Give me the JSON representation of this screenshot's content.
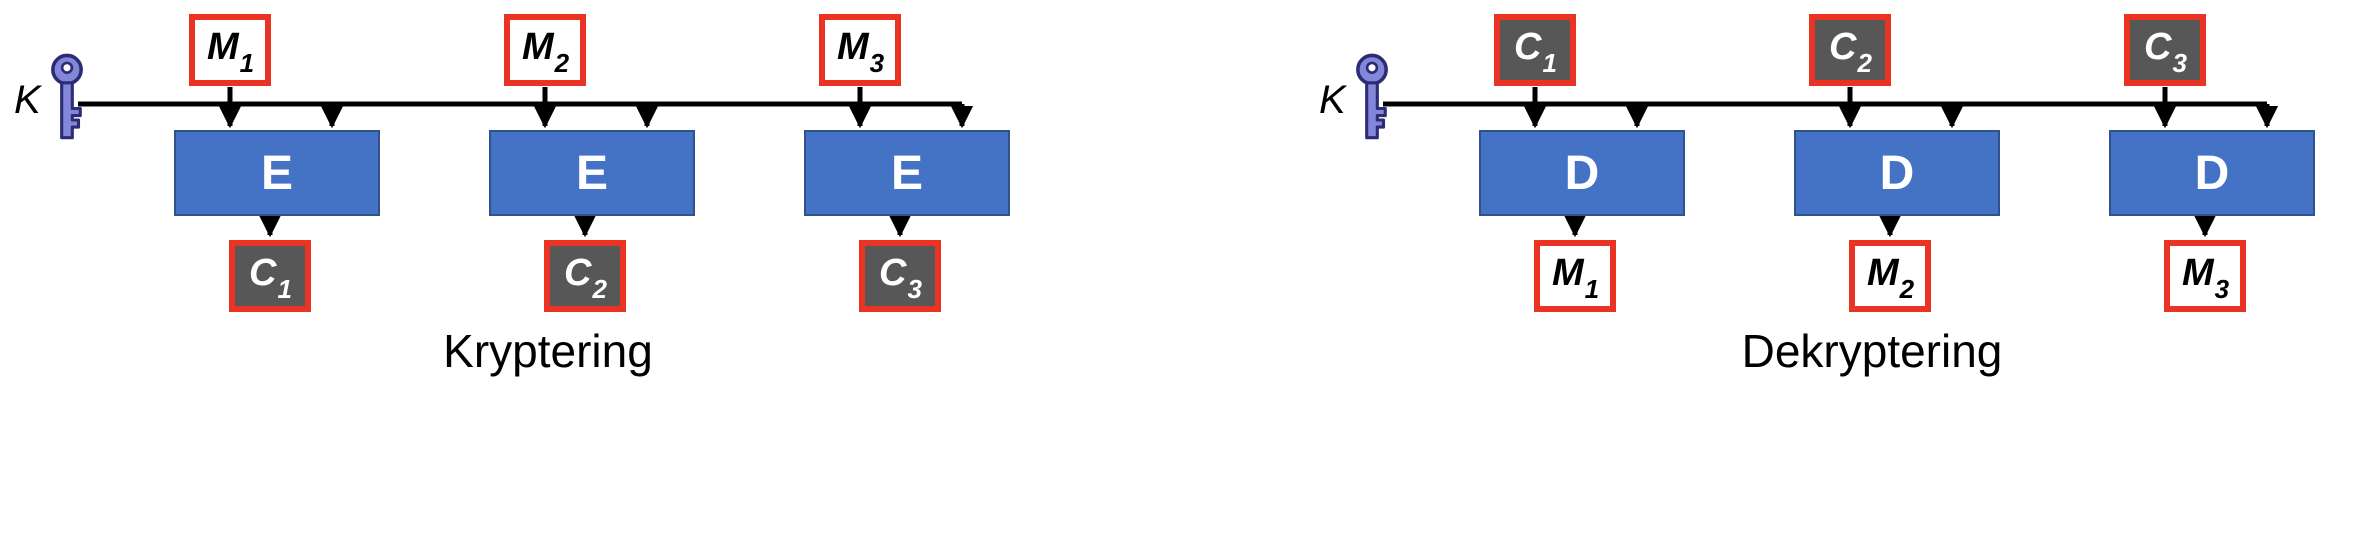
{
  "colors": {
    "block_blue": "#4472c4",
    "block_blue_border": "#2f528f",
    "red_border": "#ea3323",
    "dark_fill": "#575757",
    "key_fill": "#8487d9",
    "key_outline": "#2c2c74",
    "line_color": "#000000"
  },
  "encryption": {
    "key_label": "K",
    "caption": "Kryptering",
    "columns": [
      {
        "input_base": "M",
        "input_sub": "1",
        "block": "E",
        "output_base": "C",
        "output_sub": "1"
      },
      {
        "input_base": "M",
        "input_sub": "2",
        "block": "E",
        "output_base": "C",
        "output_sub": "2"
      },
      {
        "input_base": "M",
        "input_sub": "3",
        "block": "E",
        "output_base": "C",
        "output_sub": "3"
      }
    ]
  },
  "decryption": {
    "key_label": "K",
    "caption": "Dekryptering",
    "columns": [
      {
        "input_base": "C",
        "input_sub": "1",
        "block": "D",
        "output_base": "M",
        "output_sub": "1"
      },
      {
        "input_base": "C",
        "input_sub": "2",
        "block": "D",
        "output_base": "M",
        "output_sub": "2"
      },
      {
        "input_base": "C",
        "input_sub": "3",
        "block": "D",
        "output_base": "M",
        "output_sub": "3"
      }
    ]
  }
}
